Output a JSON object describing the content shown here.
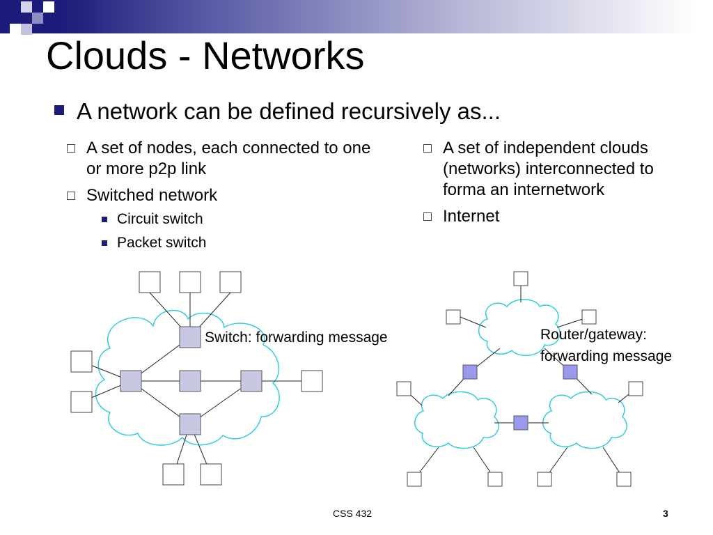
{
  "slide": {
    "title": "Clouds - Networks",
    "main_bullet": "A network can be defined recursively as...",
    "left_column": {
      "items": [
        {
          "text": "A set of nodes, each connected to one or more p2p link"
        },
        {
          "text": "Switched network",
          "subitems": [
            "Circuit switch",
            "Packet switch"
          ]
        }
      ]
    },
    "right_column": {
      "items": [
        {
          "text": "A set of independent clouds (networks) interconnected to forma an internetwork"
        },
        {
          "text": "Internet"
        }
      ]
    },
    "left_diagram": {
      "label": "Switch: forwarding message"
    },
    "right_diagram": {
      "label_line1": "Router/gateway:",
      "label_line2": "forwarding message"
    },
    "footer": {
      "course": "CSS 432",
      "page_number": "3"
    }
  },
  "colors": {
    "header_dark": "#1c1c7a",
    "bullet": "#1c1c7a",
    "cloud_outline": "#33ccdd",
    "switch_fill": "#c8c8e2",
    "router_fill": "#9999ee",
    "node_outline": "#444444"
  }
}
